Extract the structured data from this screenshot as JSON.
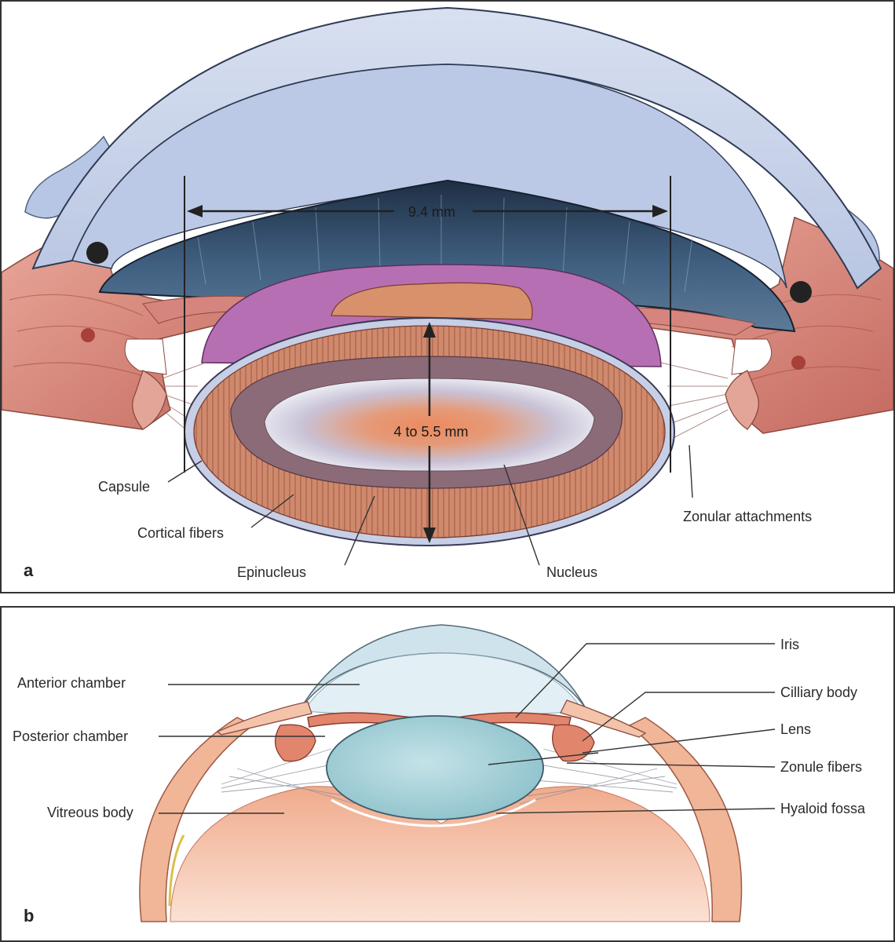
{
  "panel_a": {
    "letter": "a",
    "measure_width": "9.4 mm",
    "measure_thickness": "4 to 5.5 mm",
    "labels": {
      "capsule": "Capsule",
      "cortical_fibers": "Cortical fibers",
      "epinucleus": "Epinucleus",
      "nucleus": "Nucleus",
      "zonular_attachments": "Zonular attachments"
    },
    "colors": {
      "cornea": "#c9d4ea",
      "iris": "#3d5a78",
      "lens_cortex": "#c9876c",
      "epinucleus": "#8e6b78",
      "nucleus_core": "#e98b63",
      "ciliary": "#d9938a",
      "anterior_lens_bulge": "#b86db5"
    }
  },
  "panel_b": {
    "letter": "b",
    "labels": {
      "anterior_chamber": "Anterior chamber",
      "posterior_chamber": "Posterior chamber",
      "vitreous_body": "Vitreous body",
      "iris": "Iris",
      "cilliary_body": "Cilliary body",
      "lens": "Lens",
      "zonule_fibers": "Zonule fibers",
      "hyaloid_fossa": "Hyaloid fossa"
    },
    "colors": {
      "cornea": "#dcebf2",
      "lens": "#a9d3db",
      "sclera": "#f0b89a",
      "vitreous": "#f2b59a",
      "iris": "#e2856d"
    }
  }
}
